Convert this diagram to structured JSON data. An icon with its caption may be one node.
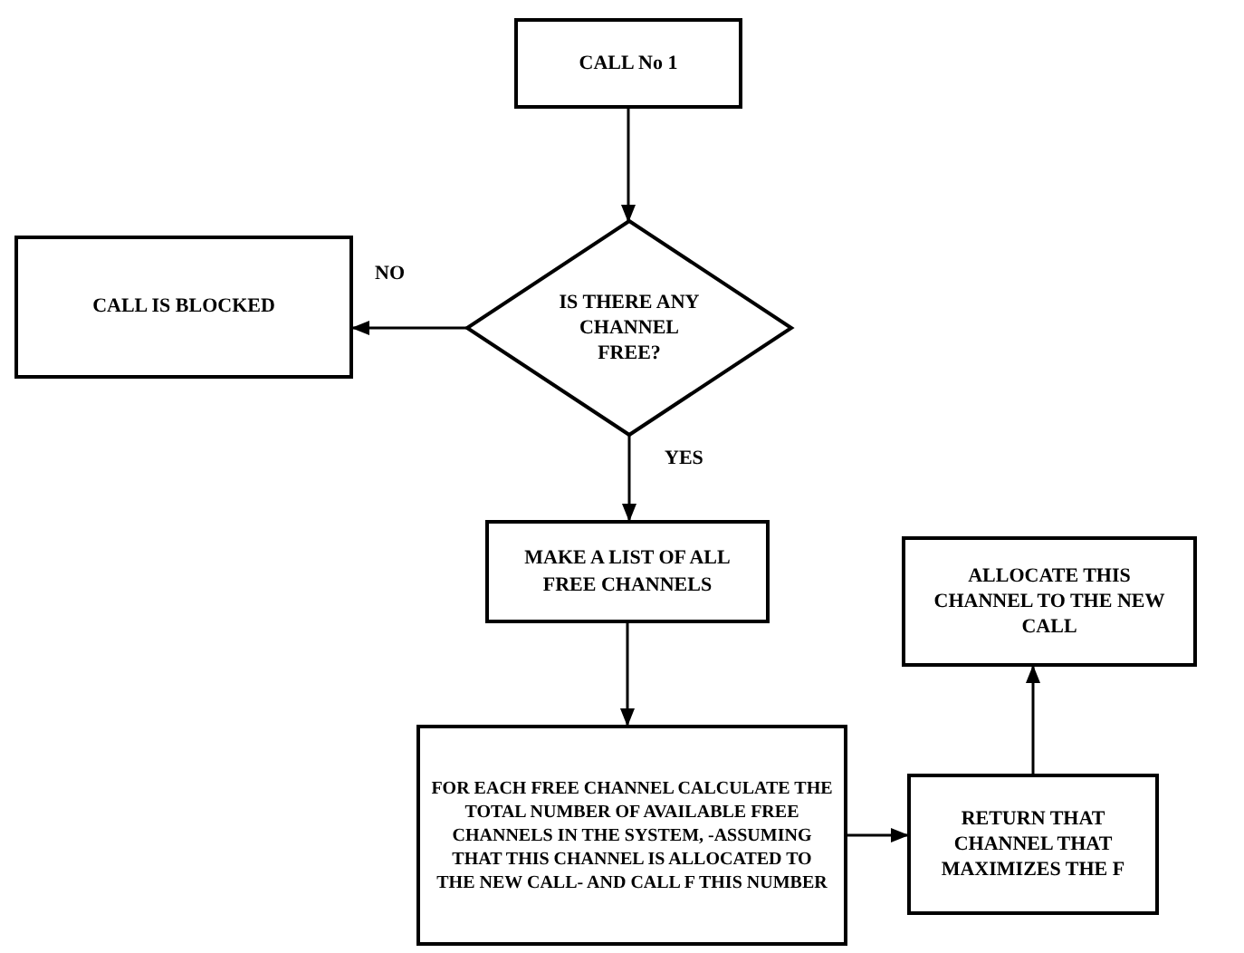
{
  "diagram": {
    "nodes": [
      {
        "text": [
          "CALL No 1"
        ]
      },
      {
        "text": [
          "IS THERE ANY CHANNEL FREE?"
        ]
      },
      {
        "text": [
          "CALL IS BLOCKED"
        ]
      },
      {
        "text": [
          "MAKE A LIST OF ALL FREE CHANNELS"
        ]
      },
      {
        "text": [
          "FOR EACH FREE CHANNEL CALCULATE THE TOTAL NUMBER OF AVAILABLE FREE CHANNELS IN THE SYSTEM, -ASSUMING THAT THIS CHANNEL IS ALLOCATED TO THE NEW CALL- AND CALL F THIS NUMBER"
        ]
      },
      {
        "text": [
          "RETURN THAT CHANNEL THAT MAXIMIZES THE F"
        ]
      },
      {
        "text": [
          "ALLOCATE THIS CHANNEL TO THE NEW CALL"
        ]
      }
    ],
    "edges": [
      {
        "from": 0,
        "to": 1,
        "arrow": "to"
      },
      {
        "from": 1,
        "to": 2,
        "arrow": "to",
        "label": "NO"
      },
      {
        "from": 1,
        "to": 3,
        "arrow": "to",
        "label": "YES"
      },
      {
        "from": 3,
        "to": 4,
        "arrow": "to"
      },
      {
        "from": 4,
        "to": 5,
        "arrow": "to"
      },
      {
        "from": 5,
        "to": 6,
        "arrow": "to"
      }
    ]
  }
}
